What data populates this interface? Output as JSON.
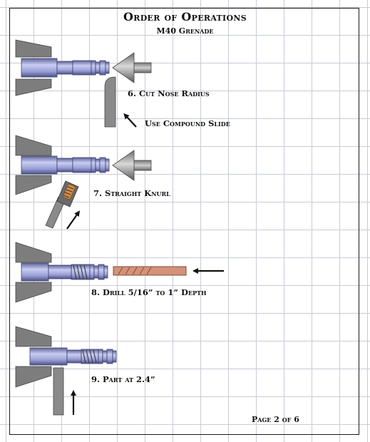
{
  "header": {
    "title": "Order of Operations",
    "subtitle": "M40 Grenade"
  },
  "steps": [
    {
      "label": "6. Cut Nose Radius",
      "note": "Use Compound Slide"
    },
    {
      "label": "7. Straight Knurl"
    },
    {
      "label": "8. Drill 5/16” to 1” Depth"
    },
    {
      "label": "9. Part at 2.4”"
    }
  ],
  "footer": {
    "page": "Page 2 of 6"
  },
  "colors": {
    "part": "#9aa0d6",
    "part_dark": "#5e6399",
    "jaw": "#7d7d7d",
    "tool": "#8a8a8a",
    "drill": "#d4927a",
    "grid": "#c9ccd8"
  }
}
